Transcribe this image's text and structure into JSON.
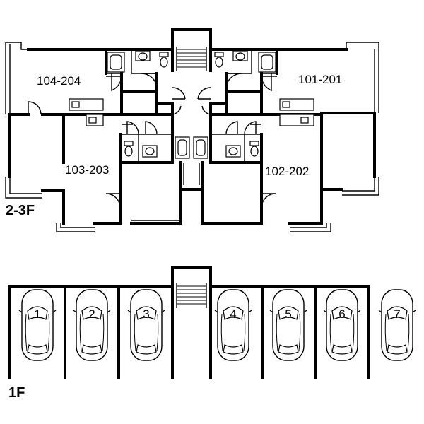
{
  "floors": {
    "upper": {
      "label": "2-3F",
      "units": [
        "104-204",
        "101-201",
        "103-203",
        "102-202"
      ]
    },
    "ground": {
      "label": "1F",
      "parking_spaces": [
        "1",
        "2",
        "3",
        "4",
        "5",
        "6",
        "7"
      ]
    }
  }
}
